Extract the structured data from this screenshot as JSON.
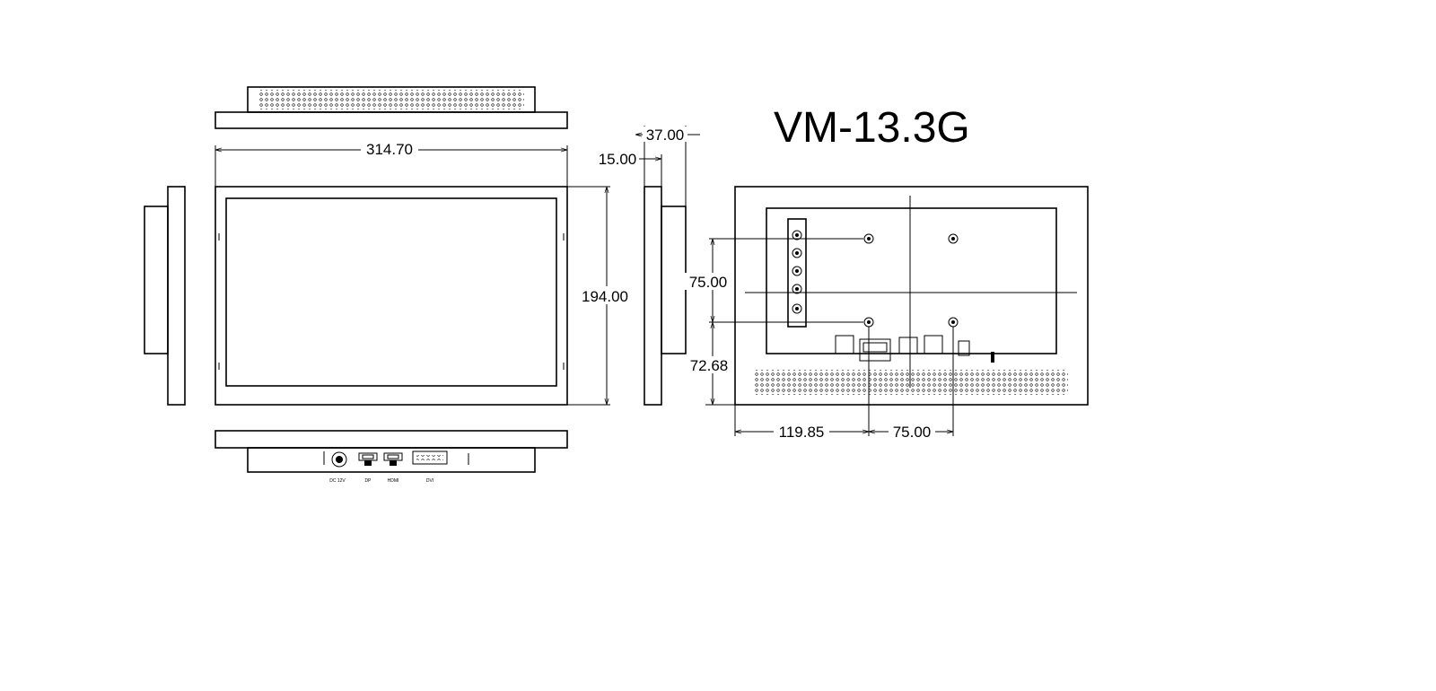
{
  "model_title": "VM-13.3G",
  "dimensions": {
    "width": "314.70",
    "height": "194.00",
    "depth_total": "37.00",
    "depth_front": "15.00",
    "vesa_vertical": "75.00",
    "bottom_offset": "72.68",
    "left_offset": "119.85",
    "vesa_horizontal": "75.00"
  },
  "ports": {
    "dc": "DC 12V",
    "dp": "DP",
    "hdmi": "HDMI",
    "dvi": "DVI"
  }
}
